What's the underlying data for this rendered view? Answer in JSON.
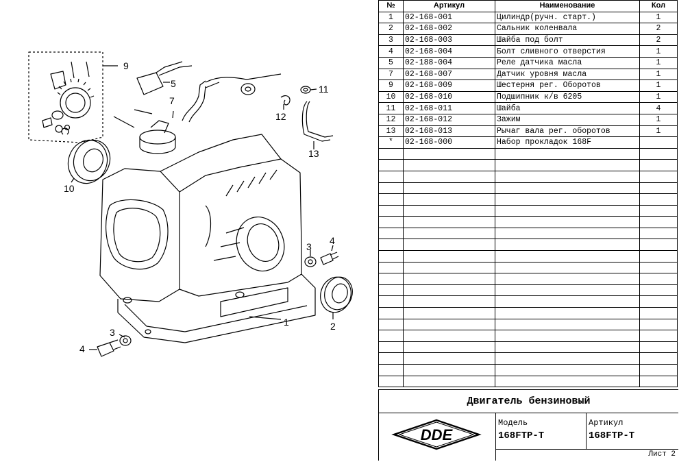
{
  "drawing": {
    "callouts": [
      "1",
      "2",
      "3",
      "4",
      "5",
      "7",
      "9",
      "10",
      "11",
      "12",
      "13"
    ]
  },
  "table": {
    "headers": {
      "num": "№",
      "article": "Артикул",
      "name": "Наименование",
      "qty": "Кол"
    },
    "rows": [
      {
        "num": "1",
        "article": "02-168-001",
        "name": "Цилиндр(ручн. старт.)",
        "qty": "1"
      },
      {
        "num": "2",
        "article": "02-168-002",
        "name": "Сальник коленвала",
        "qty": "2"
      },
      {
        "num": "3",
        "article": "02-168-003",
        "name": "Шайба под болт",
        "qty": "2"
      },
      {
        "num": "4",
        "article": "02-168-004",
        "name": "Болт сливного отверстия",
        "qty": "1"
      },
      {
        "num": "5",
        "article": "02-188-004",
        "name": "Реле датчика масла",
        "qty": "1"
      },
      {
        "num": "7",
        "article": "02-168-007",
        "name": "Датчик уровня масла",
        "qty": "1"
      },
      {
        "num": "9",
        "article": "02-168-009",
        "name": "Шестерня рег. Оборотов",
        "qty": "1"
      },
      {
        "num": "10",
        "article": "02-168-010",
        "name": "Подшипник к/в 6205",
        "qty": "1"
      },
      {
        "num": "11",
        "article": "02-168-011",
        "name": "Шайба",
        "qty": "4"
      },
      {
        "num": "12",
        "article": "02-168-012",
        "name": "Зажим",
        "qty": "1"
      },
      {
        "num": "13",
        "article": "02-168-013",
        "name": "Рычаг вала рег. оборотов",
        "qty": "1"
      },
      {
        "num": "*",
        "article": "02-168-000",
        "name": "Набор прокладок 168F",
        "qty": ""
      }
    ],
    "empty_rows": 21
  },
  "titleblock": {
    "title": "Двигатель бензиновый",
    "logo_text": "DDE",
    "model_label": "Модель",
    "model_value": "168FTP-T",
    "article_label": "Артикул",
    "article_value": "168FTP-T",
    "sheet": "Лист 2"
  }
}
